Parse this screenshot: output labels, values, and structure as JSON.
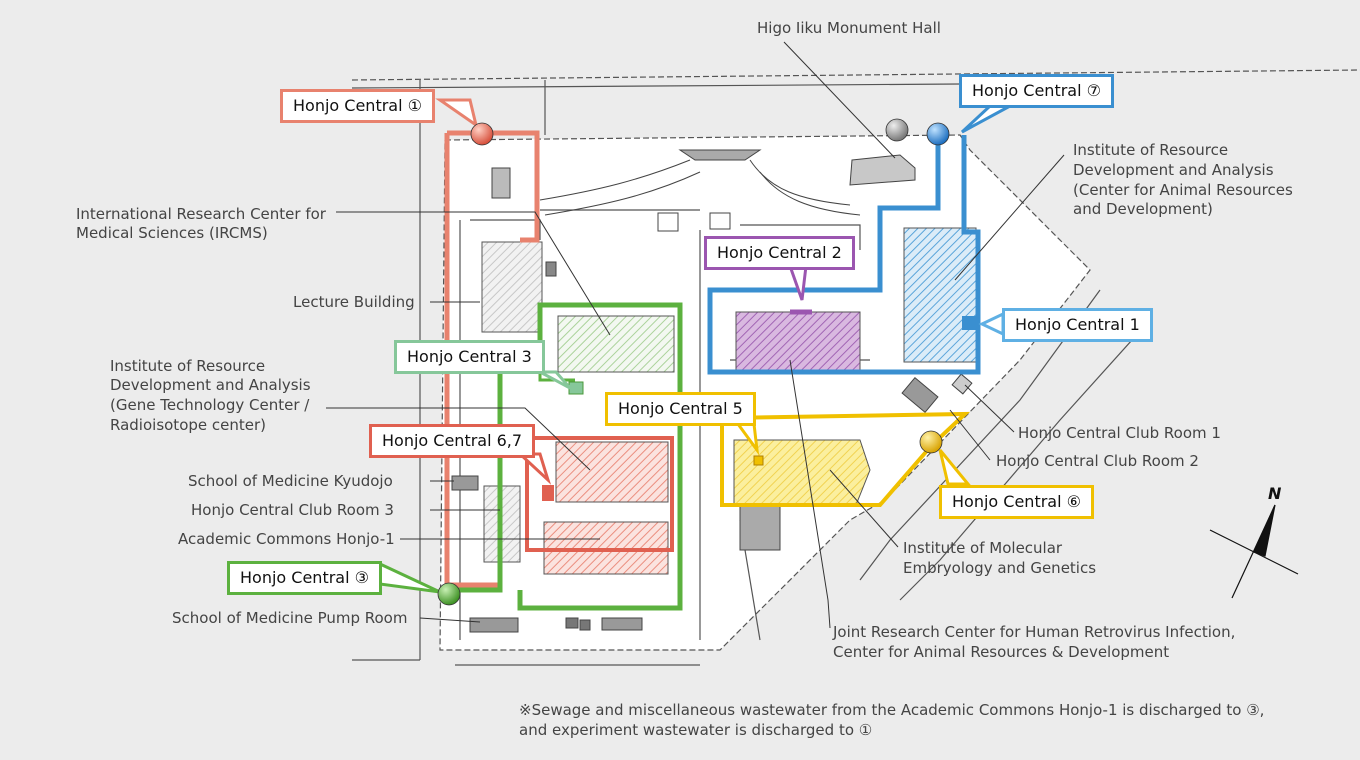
{
  "callouts": {
    "c1": "Honjo Central ①",
    "c7": "Honjo Central ⑦",
    "c2": "Honjo Central 2",
    "cone": "Honjo Central 1",
    "c3": "Honjo Central 3",
    "c5": "Honjo Central 5",
    "c67": "Honjo Central 6,7",
    "c6": "Honjo Central ⑥",
    "c3c": "Honjo Central ③"
  },
  "labels": {
    "higo": "Higo Iiku Monument Hall",
    "ircms1": "International Research Center for",
    "ircms2": "Medical Sciences (IRCMS)",
    "lecture": "Lecture Building",
    "gene1": "Institute of Resource",
    "gene2": "Development and Analysis",
    "gene3": "(Gene Technology Center /",
    "gene4": "Radioisotope center)",
    "kyudojo": "School of Medicine Kyudojo",
    "club3": "Honjo Central Club Room 3",
    "commons": "Academic Commons Honjo-1",
    "pump": "School of Medicine Pump Room",
    "animal1": "Institute of Resource",
    "animal2": "Development and Analysis",
    "animal3": "(Center for Animal Resources",
    "animal4": "and Development)",
    "club1": "Honjo Central Club Room 1",
    "club2": "Honjo Central Club Room 2",
    "molec1": "Institute of Molecular",
    "molec2": "Embryology and Genetics",
    "joint1": "Joint Research Center for Human Retrovirus Infection,",
    "joint2": "Center for Animal Resources & Development"
  },
  "note": {
    "line1": "※Sewage and miscellaneous wastewater from the Academic Commons Honjo-1 is discharged to ③,",
    "line2": "and experiment wastewater is discharged to ①"
  },
  "compass": {
    "label": "N"
  },
  "colors": {
    "red": "#e8826e",
    "blue": "#3a8fd0",
    "lightblue": "#5fb0e4",
    "green": "#5cb13f",
    "lightgreen": "#86c79a",
    "purple": "#9b56b0",
    "yellow": "#f0c000",
    "yellowlight": "#f6dc6a",
    "darkred": "#e06050"
  }
}
